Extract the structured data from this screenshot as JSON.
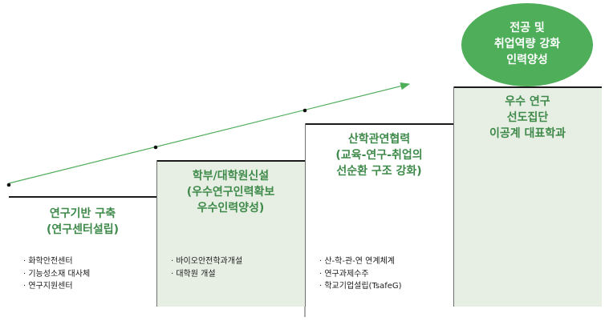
{
  "colors": {
    "box_fill_light": "#ffffff",
    "box_fill_green": "#e7efe4",
    "title_green": "#3f8a4a",
    "circle_green": "#4fae5a",
    "arrow_green": "#4fae5a"
  },
  "steps": [
    {
      "title_lines": [
        "연구기반 구축",
        "(연구센터설립)"
      ],
      "bullets": [
        "화학안전센터",
        "기능성소재 대사체",
        "연구지원센터"
      ]
    },
    {
      "title_lines": [
        "학부/대학원신설",
        "(우수연구인력확보",
        "우수인력양성)"
      ],
      "bullets": [
        "바이오안전학과개설",
        "대학원 개설"
      ]
    },
    {
      "title_lines": [
        "산학관연협력",
        "(교육-연구-취업의",
        "선순환 구조 강화)"
      ],
      "bullets": [
        "산-학-관-연 연계체계",
        "연구과제수주",
        "학교기업설립(TsafeG)"
      ]
    },
    {
      "title_lines": [
        "우수 연구",
        "선도집단",
        "이공계 대표학과"
      ],
      "bullets": []
    }
  ],
  "goal_circle": {
    "lines": [
      "전공 및",
      "취업역량 강화",
      "인력양성"
    ]
  }
}
